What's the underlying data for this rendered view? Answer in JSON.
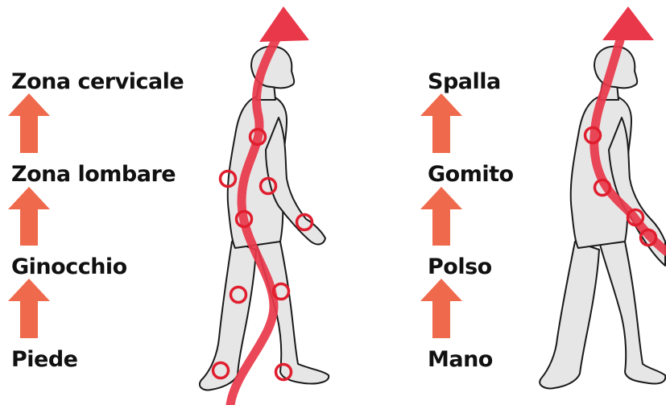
{
  "colors": {
    "arrow": "#ef6a4c",
    "path": "#e8384a",
    "ring": "#e01e2e",
    "body_fill": "#e6e6e6",
    "body_stroke": "#1a1a1a",
    "text": "#111111"
  },
  "left_chain": {
    "labels": [
      "Zona cervicale",
      "Zona lombare",
      "Ginocchio",
      "Piede"
    ]
  },
  "right_chain": {
    "labels": [
      "Spalla",
      "Gomito",
      "Polso",
      "Mano"
    ]
  }
}
